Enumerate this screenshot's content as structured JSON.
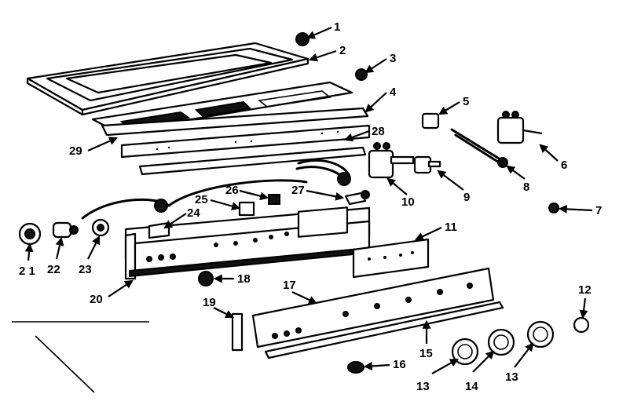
{
  "diagram": {
    "callouts": {
      "c1": "1",
      "c2": "2",
      "c3": "3",
      "c4": "4",
      "c5": "5",
      "c6": "6",
      "c7": "7",
      "c8": "8",
      "c9": "9",
      "c10": "10",
      "c11": "11",
      "c12": "12",
      "c13a": "13",
      "c13b": "13",
      "c14": "14",
      "c15": "15",
      "c16": "16",
      "c17": "17",
      "c18": "18",
      "c19": "19",
      "c20": "20",
      "c21": "2 1",
      "c22": "22",
      "c23": "23",
      "c24": "24",
      "c25": "25",
      "c26": "26",
      "c27": "27",
      "c28": "28",
      "c29": "29"
    }
  }
}
